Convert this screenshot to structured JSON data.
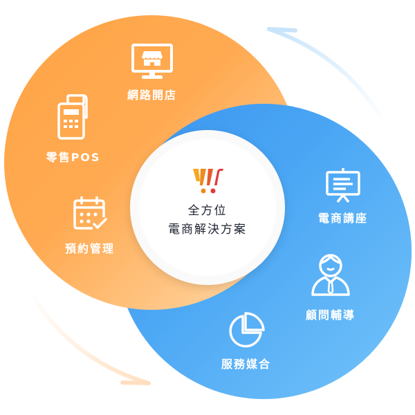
{
  "diagram": {
    "center": {
      "line1": "全方位",
      "line2": "電商解決方案",
      "logo_icon": "shopping-cart-logo-icon"
    },
    "left_group": {
      "color_start": "#FFA445",
      "color_end": "#FFDCAE",
      "items": [
        {
          "label": "網路開店",
          "icon": "online-store-monitor-icon"
        },
        {
          "label": "零售POS",
          "icon": "pos-terminal-icon"
        },
        {
          "label": "預約管理",
          "icon": "calendar-check-icon"
        }
      ]
    },
    "right_group": {
      "color_start": "#3B95EF",
      "color_end": "#73C3F9",
      "items": [
        {
          "label": "電商講座",
          "icon": "presentation-board-icon"
        },
        {
          "label": "顧問輔導",
          "icon": "consultant-person-icon"
        },
        {
          "label": "服務媒合",
          "icon": "pie-chart-icon"
        }
      ]
    },
    "arrows": {
      "top_right": {
        "direction": "counter-clockwise",
        "color": "#CDE8FC"
      },
      "bottom_left": {
        "direction": "counter-clockwise",
        "color": "#FFE3C6"
      }
    }
  }
}
